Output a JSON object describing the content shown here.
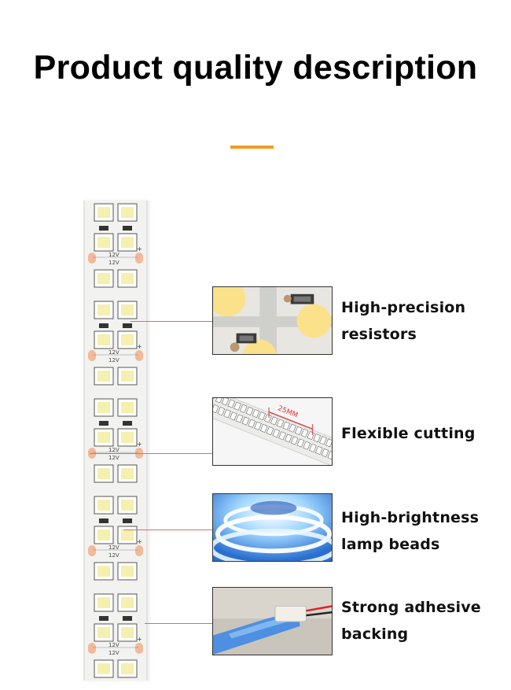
{
  "title": "Product quality description",
  "colors": {
    "accent": "#f59a23",
    "callout_line": "#e06a6a"
  },
  "strip": {
    "voltage_label": "12V",
    "plus_mark": "+",
    "minus_mark": "-"
  },
  "features": [
    {
      "line1": "High-precision",
      "line2": "resistors",
      "thumb_icon": "resistor-closeup"
    },
    {
      "line1": "Flexible cutting",
      "line2": "",
      "thumb_icon": "cut-segment",
      "thumb_text": "25MM"
    },
    {
      "line1": "High-brightness",
      "line2": "lamp beads",
      "thumb_icon": "glowing-strip"
    },
    {
      "line1": "Strong adhesive",
      "line2": "backing",
      "thumb_icon": "adhesive-tape"
    }
  ]
}
